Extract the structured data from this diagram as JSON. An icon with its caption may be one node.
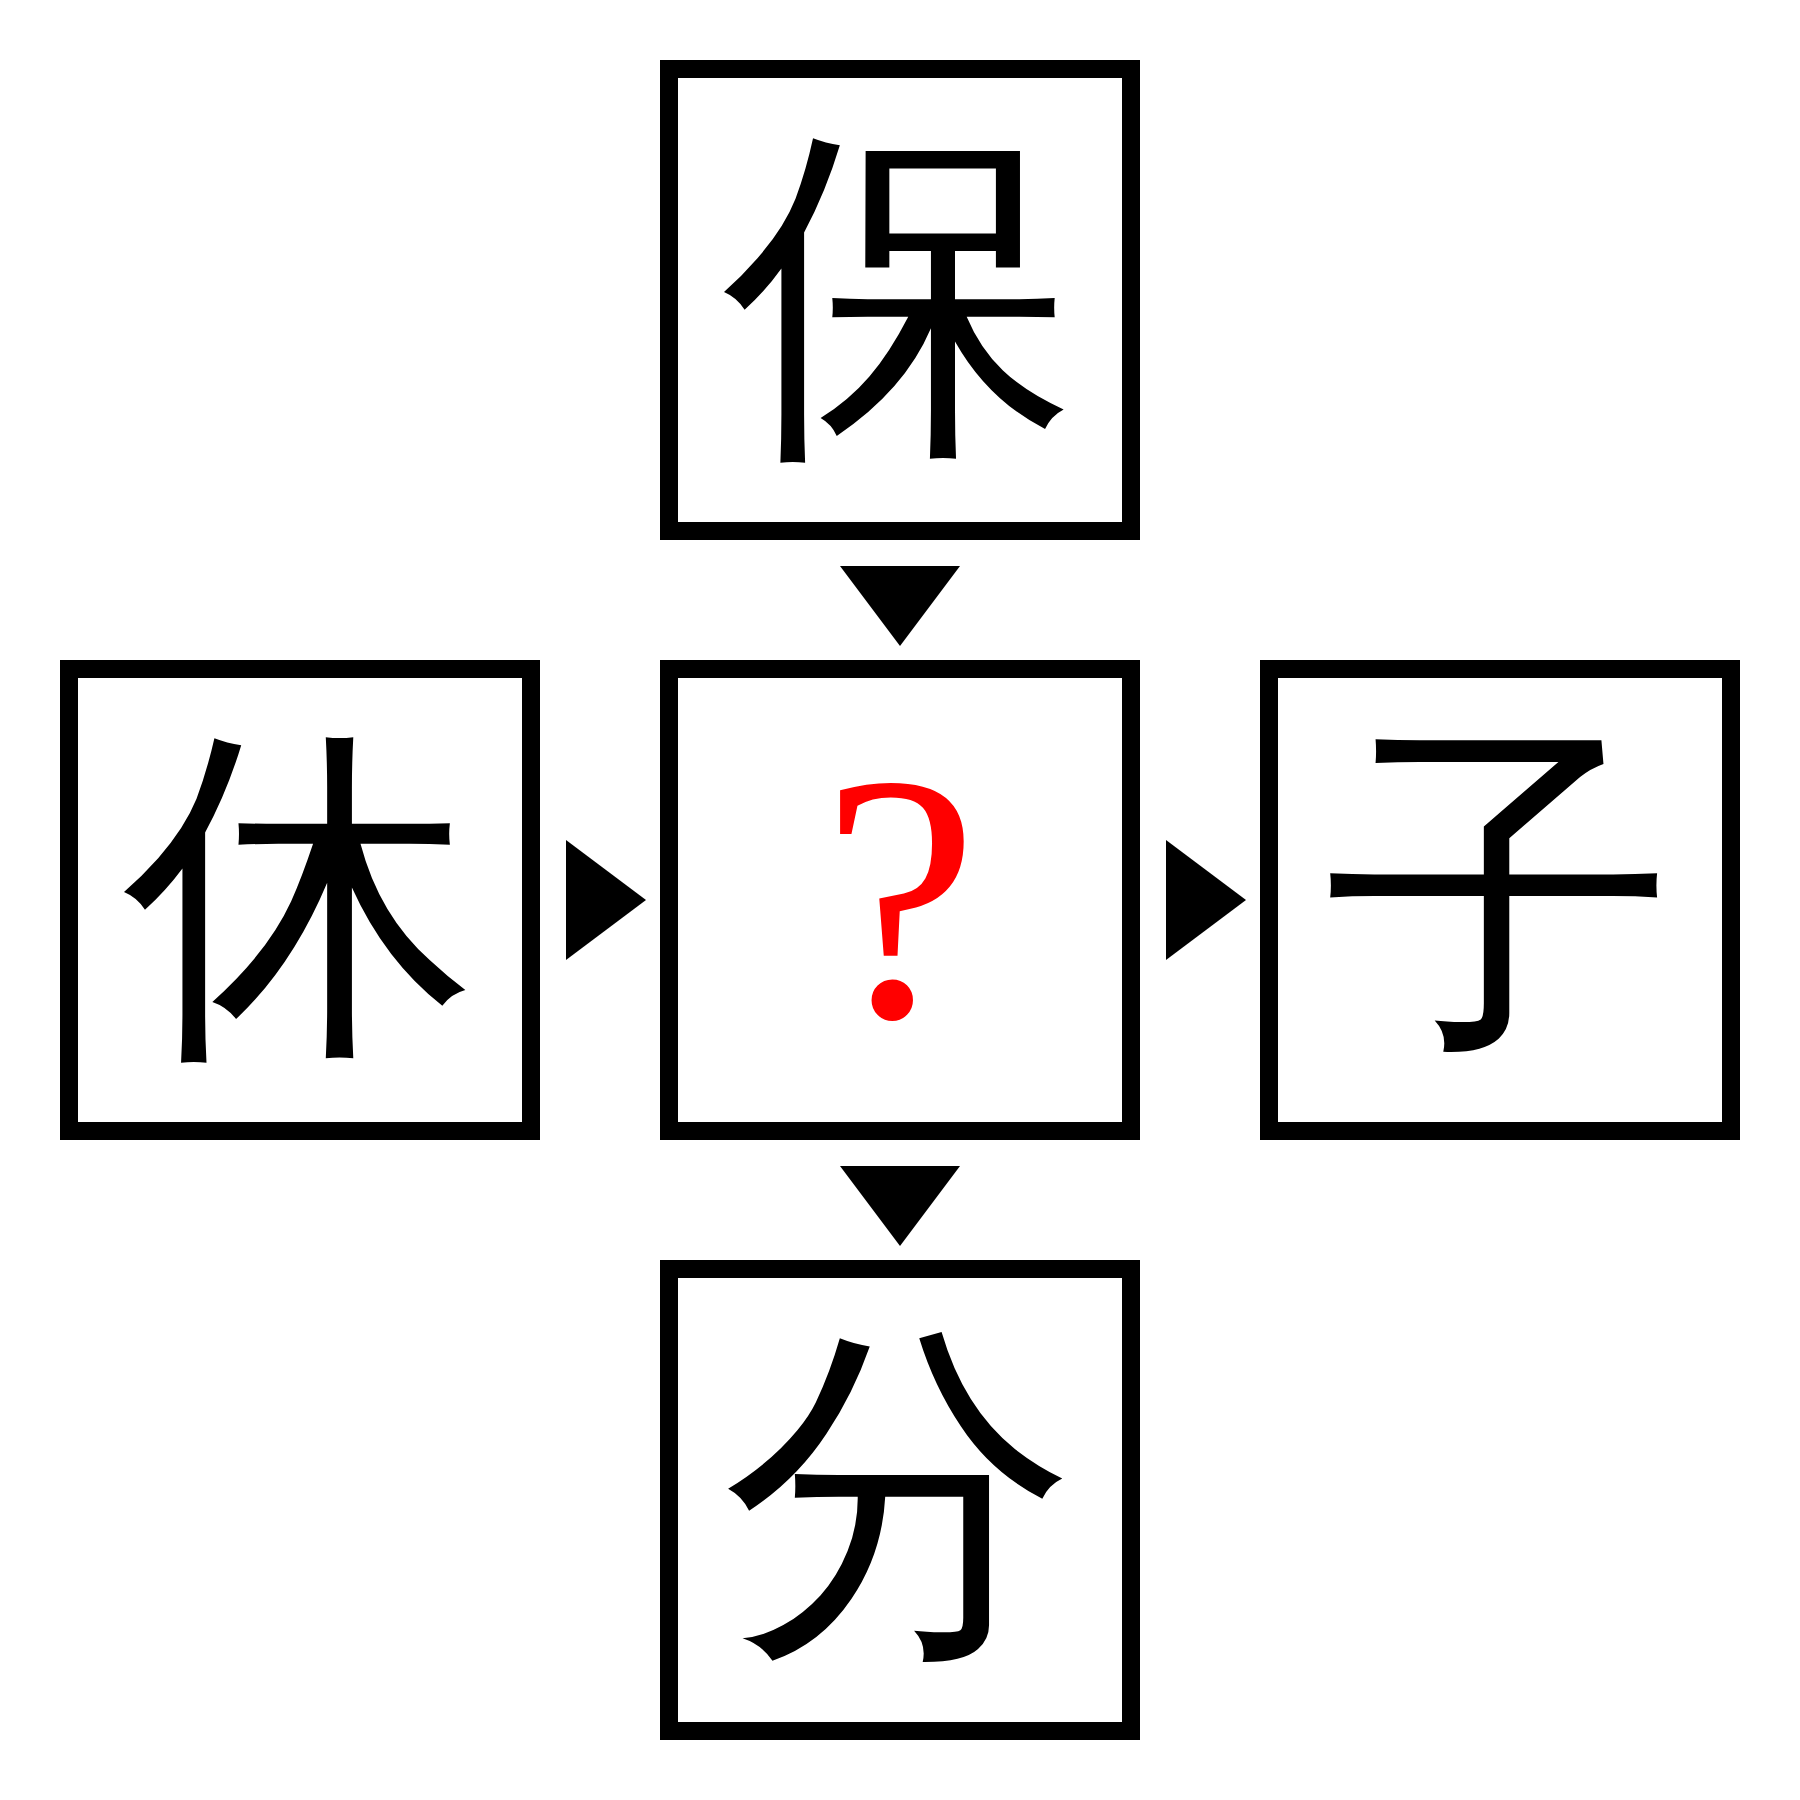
{
  "diagram": {
    "nodes": [
      {
        "text": [
          "保"
        ]
      },
      {
        "text": [
          "休"
        ]
      },
      {
        "text": [
          "?"
        ]
      },
      {
        "text": [
          "子"
        ]
      },
      {
        "text": [
          "分"
        ]
      }
    ],
    "edges": [
      {
        "from": 0,
        "to": 2,
        "arrow": "to"
      },
      {
        "from": 1,
        "to": 2,
        "arrow": "to"
      },
      {
        "from": 2,
        "to": 3,
        "arrow": "to"
      },
      {
        "from": 2,
        "to": 4,
        "arrow": "to"
      }
    ]
  }
}
